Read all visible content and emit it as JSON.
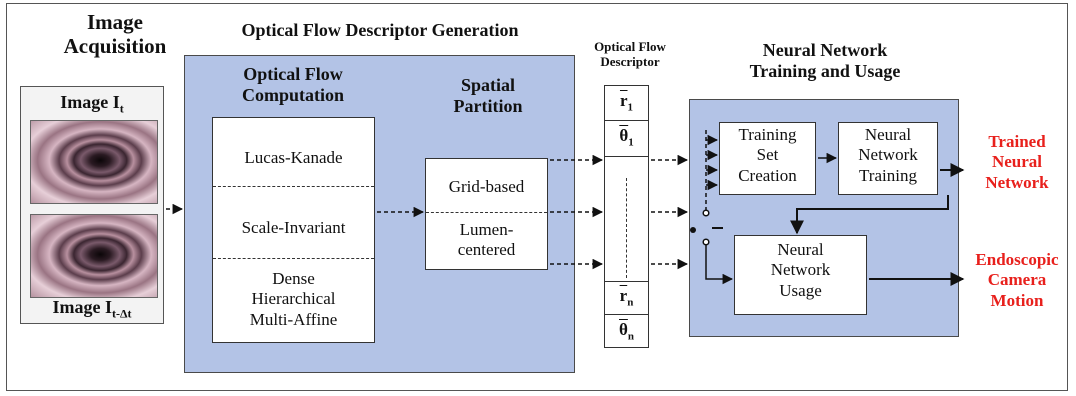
{
  "headers": {
    "image_acquisition": [
      "Image",
      "Acquisition"
    ],
    "descriptor_generation": "Optical Flow Descriptor Generation",
    "optical_flow_computation": [
      "Optical Flow",
      "Computation"
    ],
    "spatial_partition": [
      "Spatial",
      "Partition"
    ],
    "optical_flow_descriptor": [
      "Optical Flow",
      "Descriptor"
    ],
    "neural_network_training_usage": [
      "Neural Network",
      "Training and Usage"
    ]
  },
  "images": {
    "top": {
      "label": "Image I",
      "subscript": "t"
    },
    "bottom": {
      "label": "Image I",
      "subscript": "t-Δt"
    }
  },
  "optical_flow_methods": [
    [
      "Lucas-Kanade"
    ],
    [
      "Scale-Invariant"
    ],
    [
      "Dense",
      "Hierarchical",
      "Multi-Affine"
    ]
  ],
  "partition_methods": [
    [
      "Grid-based"
    ],
    [
      "Lumen-",
      "centered"
    ]
  ],
  "descriptor_cells": {
    "r1": {
      "base": "r",
      "sub": "1"
    },
    "theta1": {
      "base": "θ",
      "sub": "1"
    },
    "rn": {
      "base": "r",
      "sub": "n"
    },
    "thetan": {
      "base": "θ",
      "sub": "n"
    }
  },
  "nn_boxes": {
    "training_set": [
      "Training",
      "Set",
      "Creation"
    ],
    "nn_training": [
      "Neural",
      "Network",
      "Training"
    ],
    "nn_usage": [
      "Neural",
      "Network",
      "Usage"
    ]
  },
  "outputs": {
    "trained": [
      "Trained",
      "Neural",
      "Network"
    ],
    "motion": [
      "Endoscopic",
      "Camera",
      "Motion"
    ]
  },
  "colors": {
    "panel_fill": "#b3c3e6",
    "output_text": "#e8201c"
  }
}
